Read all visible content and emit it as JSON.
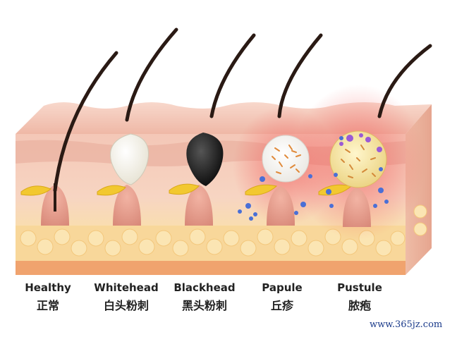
{
  "stages": [
    {
      "id": "healthy",
      "en": "Healthy",
      "zh": "正常"
    },
    {
      "id": "whitehead",
      "en": "Whitehead",
      "zh": "白头粉刺"
    },
    {
      "id": "blackhead",
      "en": "Blackhead",
      "zh": "黑头粉刺"
    },
    {
      "id": "papule",
      "en": "Papule",
      "zh": "丘疹"
    },
    {
      "id": "pustule",
      "en": "Pustule",
      "zh": "脓疱"
    }
  ],
  "watermark": "www.365jz.com",
  "colors": {
    "epidermis": "#f3c4b4",
    "dermis": "#f6d6c4",
    "fat": "#f9dca0",
    "hair": "#2a1a14",
    "sebum": "#f2c830",
    "inflammation": "#f25a5a",
    "bacteria": "#4a6fd6"
  }
}
